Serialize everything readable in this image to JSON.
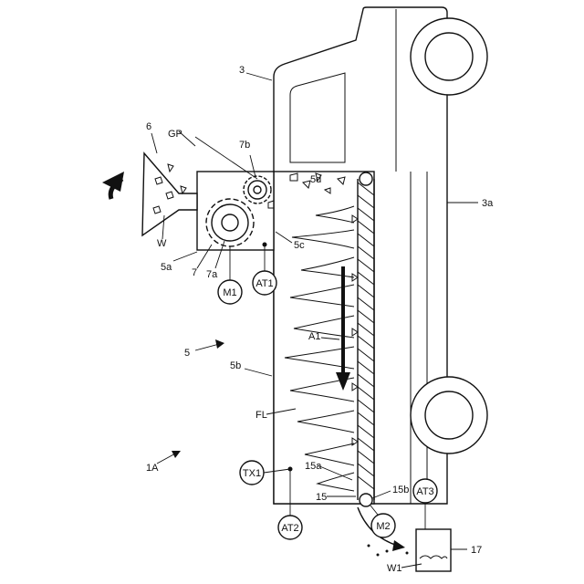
{
  "labels": {
    "vehicle": "3",
    "vehicle_body": "3a",
    "hopper": "6",
    "gap": "GP",
    "crusher_small_gear": "7b",
    "waste": "W",
    "crusher_housing": "5a",
    "crusher": "7",
    "crusher_large_gear": "7a",
    "motor_1": "M1",
    "sensor_at1": "AT1",
    "chamber_top": "5d",
    "chamber_inlet": "5c",
    "apparatus_body": "5",
    "tank": "5b",
    "airflow": "A1",
    "flame": "FL",
    "system": "1A",
    "transmitter": "TX1",
    "belt_bottom": "15a",
    "conveyor": "15",
    "roller": "15b",
    "sensor_at2": "AT2",
    "motor_2": "M2",
    "sensor_at3": "AT3",
    "residue": "W1",
    "collection_box": "17"
  }
}
